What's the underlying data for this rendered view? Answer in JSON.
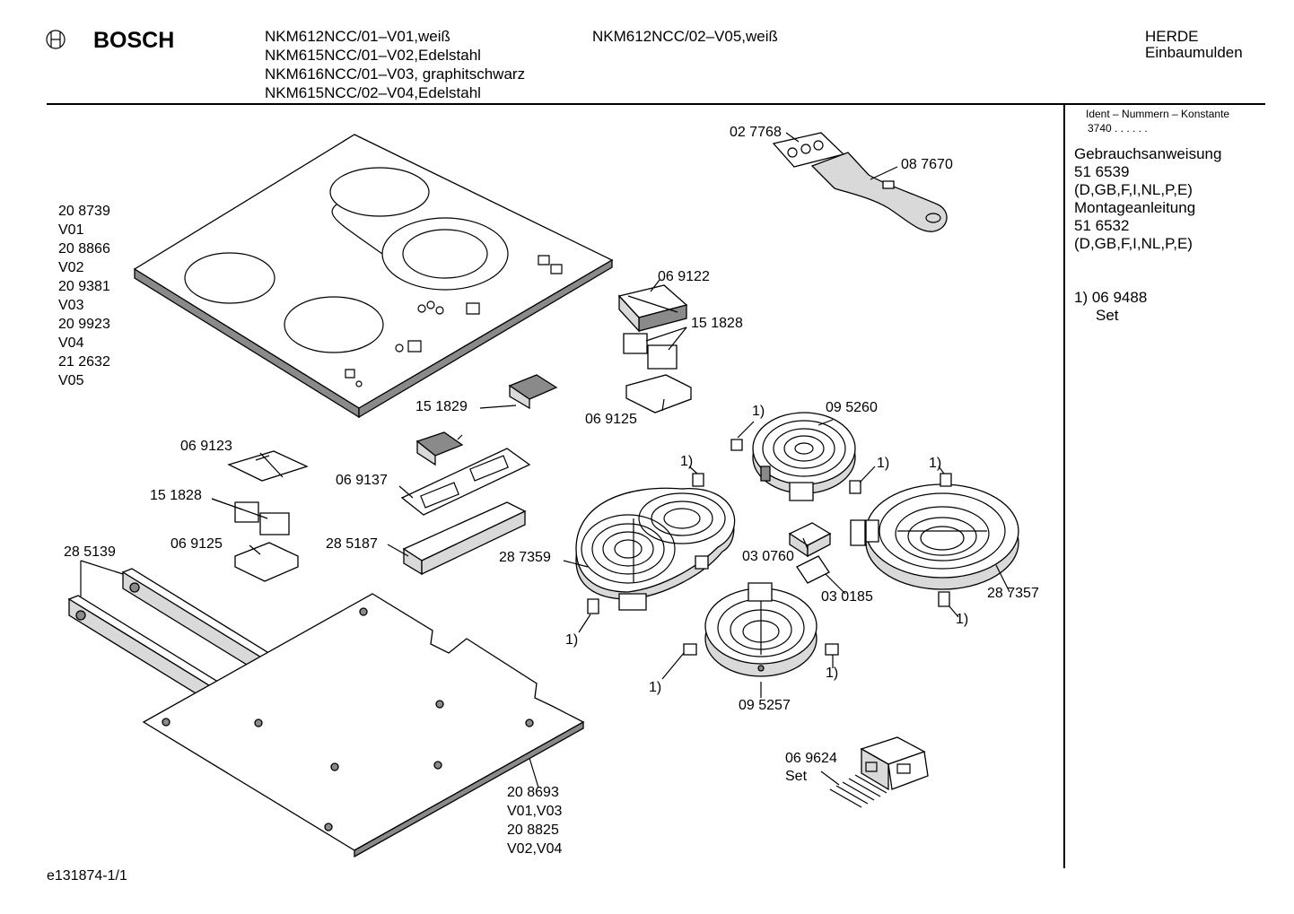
{
  "header": {
    "brand": "BOSCH",
    "models_col1": [
      "NKM612NCC/01–V01,weiß",
      "NKM615NCC/01–V02,Edelstahl",
      "NKM616NCC/01–V03, graphitschwarz",
      "NKM615NCC/02–V04,Edelstahl"
    ],
    "models_col2": [
      "NKM612NCC/02–V05,weiß"
    ],
    "category": [
      "HERDE",
      "Einbaumulden"
    ]
  },
  "sidebar": {
    "ident_title": "Ident – Nummern – Konstante",
    "ident_value": "3740  .  .  .  .  .  .",
    "docs": [
      "Gebrauchsanweisung",
      "51 6539",
      "(D,GB,F,I,NL,P,E)",
      "Montageanleitung",
      "51 6532",
      "(D,GB,F,I,NL,P,E)"
    ],
    "footnote": [
      "1) 06 9488",
      "Set"
    ]
  },
  "parts": {
    "p027768": "02 7768",
    "p087670": "08 7670",
    "cooktop_codes": [
      "20 8739",
      "V01",
      "20 8866",
      "V02",
      "20 9381",
      "V03",
      "20 9923",
      "V04",
      "21 2632",
      "V05"
    ],
    "p069122": "06 9122",
    "p151828_right": "15 1828",
    "p069125_right": "06 9125",
    "p151829": "15 1829",
    "p069123": "06 9123",
    "p151828_left": "15 1828",
    "p069125_left": "06 9125",
    "p069137": "06 9137",
    "p285187": "28 5187",
    "p285139": "28 5139",
    "p287359": "28 7359",
    "p095260": "09 5260",
    "p030760": "03 0760",
    "p030185": "03 0185",
    "p287357": "28 7357",
    "p095257": "09 5257",
    "p069624": [
      "06 9624",
      "Set"
    ],
    "base_codes": [
      "20 8693",
      "V01,V03",
      "20 8825",
      "V02,V04"
    ],
    "ref": "1)"
  },
  "footer": {
    "drawing_id": "e131874-1/1"
  }
}
